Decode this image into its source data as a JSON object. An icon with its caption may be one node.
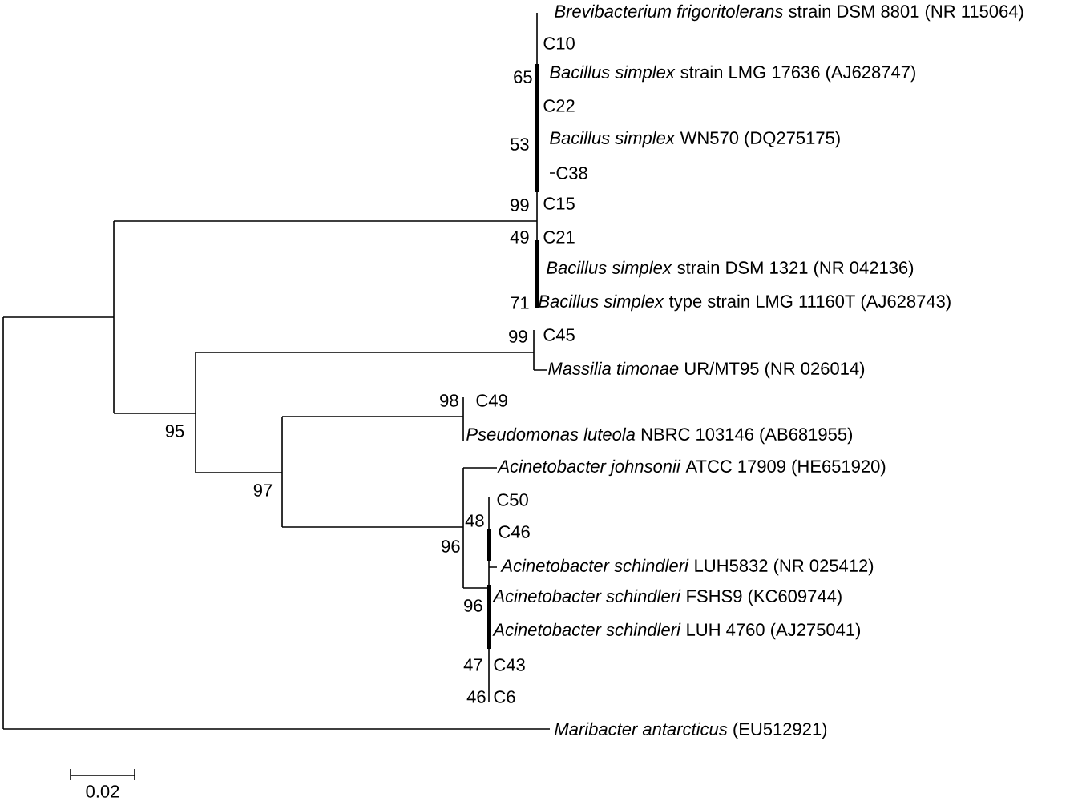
{
  "diagram": {
    "labels": [
      "*Brevibacterium frigoritolerans* strain DSM 8801 (NR 115064)",
      "C10",
      "65",
      "*Bacillus simplex* strain LMG 17636 (AJ628747)",
      "C22",
      "53",
      "*Bacillus simplex* WN570 (DQ275175)",
      "C38",
      "99",
      "C15",
      "49",
      "C21",
      "*Bacillus simplex* strain DSM 1321 (NR 042136)",
      "71",
      "*Bacillus simplex* type strain LMG 11160T (AJ628743)",
      "99",
      "C45",
      "*Massilia timonae* UR/MT95 (NR 026014)",
      "98",
      "C49",
      "95",
      "*Pseudomonas luteola* NBRC 103146 (AB681955)",
      "*Acinetobacter johnsonii* ATCC 17909 (HE651920)",
      "97",
      "C50",
      "48",
      "C46",
      "96",
      "*Acinetobacter schindleri* LUH5832 (NR 025412)",
      "96",
      "*Acinetobacter schindleri* FSHS9 (KC609744)",
      "*Acinetobacter schindleri* LUH 4760 (AJ275041)",
      "47",
      "C43",
      "46",
      "C6",
      "*Maribacter antarcticus* (EU512921)",
      "0.02"
    ]
  }
}
